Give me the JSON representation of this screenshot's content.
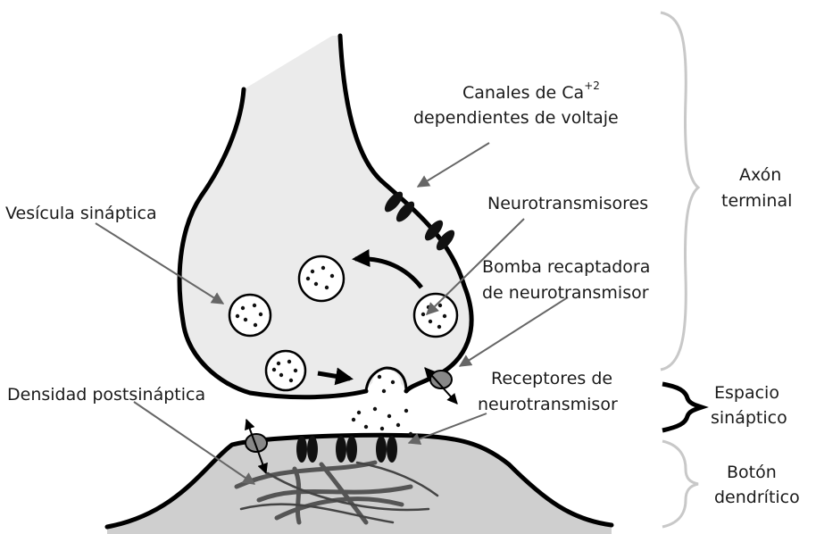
{
  "labels": {
    "ca_channels_line1": "Canales de Ca",
    "ca_channels_sup": "+2",
    "ca_channels_line2": "dependientes de voltaje",
    "vesicle": "Vesícula sináptica",
    "neurotransmitters": "Neurotransmisores",
    "pump_line1": "Bomba recaptadora",
    "pump_line2": "de neurotransmisor",
    "receptors_line1": "Receptores de",
    "receptors_line2": "neurotransmisor",
    "postsynaptic_density": "Densidad postsináptica"
  },
  "regions": {
    "axon_line1": "Axón",
    "axon_line2": "terminal",
    "cleft_line1": "Espacio",
    "cleft_line2": "sináptico",
    "bouton_line1": "Botón",
    "bouton_line2": "dendrítico"
  },
  "colors": {
    "axon_fill": "#ebebeb",
    "dendrite_fill": "#cfcfcf",
    "brace_light": "#c8c8c8",
    "brace_dark": "#000000"
  }
}
